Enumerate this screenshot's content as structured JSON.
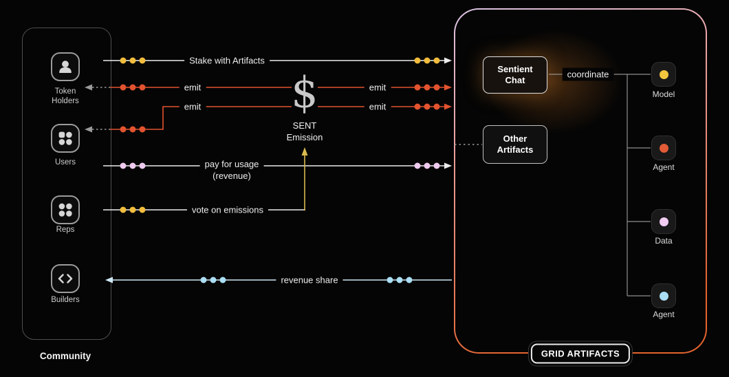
{
  "colors": {
    "yellow": "#f2bd3d",
    "red": "#e2532f",
    "pink": "#efcaef",
    "blue": "#abdef4",
    "white_line": "#ebebeb",
    "vote_vertical": "#d9ba4e",
    "revenue_line": "#cfe9f7",
    "connector_gray": "#8f8f8f",
    "muted_line": "#9a9a9a"
  },
  "community": {
    "title": "Community",
    "items": [
      {
        "label": "Token Holders"
      },
      {
        "label": "Users"
      },
      {
        "label": "Reps"
      },
      {
        "label": "Builders"
      }
    ]
  },
  "emission": {
    "symbol": "$",
    "label": "SENT\nEmission"
  },
  "flows": {
    "stake": "Stake with Artifacts",
    "emit_left_top": "emit",
    "emit_left_bottom": "emit",
    "emit_right_top": "emit",
    "emit_right_bottom": "emit",
    "pay": "pay for usage\n(revenue)",
    "vote": "vote on emissions",
    "revenue": "revenue share",
    "coordinate": "coordinate"
  },
  "grid": {
    "badge": "GRID ARTIFACTS",
    "chat_box": "Sentient\nChat",
    "other_box": "Other\nArtifacts",
    "nodes": [
      {
        "label": "Model",
        "color": "#f2c63e"
      },
      {
        "label": "Agent",
        "color": "#e25b36"
      },
      {
        "label": "Data",
        "color": "#f2cdf2"
      },
      {
        "label": "Agent",
        "color": "#abdef4"
      }
    ]
  }
}
